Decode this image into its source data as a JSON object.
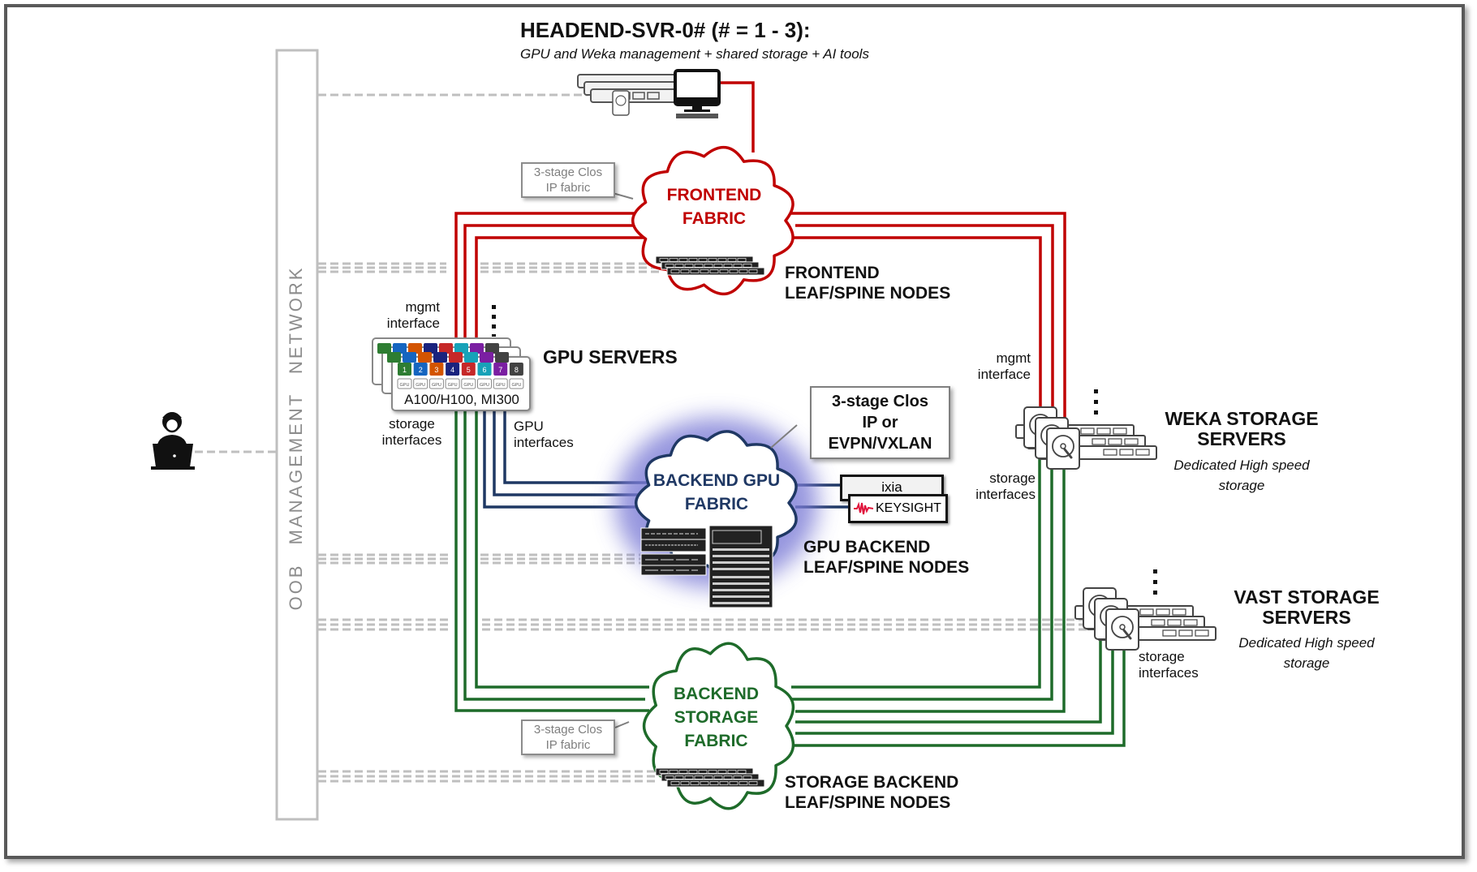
{
  "headend": {
    "title": "HEADEND-SVR-0# (# = 1 - 3):",
    "subtitle": "GPU and Weka management + shared storage + AI tools"
  },
  "oob": {
    "label": "OOB  MANAGEMENT  NETWORK"
  },
  "frontend": {
    "cloud_line1": "FRONTEND",
    "cloud_line2": "FABRIC",
    "nodes_line1": "FRONTEND",
    "nodes_line2": "LEAF/SPINE NODES",
    "clos_line1": "3-stage Clos",
    "clos_line2": "IP fabric",
    "color": "#c00000"
  },
  "gpu_servers": {
    "title": "GPU SERVERS",
    "model": "A100/H100, MI300",
    "mgmt_line1": "mgmt",
    "mgmt_line2": "interface",
    "storage_line1": "storage",
    "storage_line2": "interfaces",
    "gpu_if_line1": "GPU",
    "gpu_if_line2": "interfaces",
    "gpu_chip_label": "GPU",
    "slots": [
      {
        "n": "1",
        "color": "#2e7d32"
      },
      {
        "n": "2",
        "color": "#1565c0"
      },
      {
        "n": "3",
        "color": "#d35400"
      },
      {
        "n": "4",
        "color": "#1a237e"
      },
      {
        "n": "5",
        "color": "#c62828"
      },
      {
        "n": "6",
        "color": "#17a2b8"
      },
      {
        "n": "7",
        "color": "#7b1fa2"
      },
      {
        "n": "8",
        "color": "#424242"
      }
    ]
  },
  "backend_gpu": {
    "cloud_line1": "BACKEND GPU",
    "cloud_line2": "FABRIC",
    "nodes_line1": "GPU BACKEND",
    "nodes_line2": "LEAF/SPINE NODES",
    "clos_line1": "3-stage Clos",
    "clos_line2": "IP or",
    "clos_line3": "EVPN/VXLAN",
    "ixia": "ixia",
    "keysight": "KEYSIGHT",
    "color": "#1f3864",
    "glow": "#7b7bd6"
  },
  "weka": {
    "title_line1": "WEKA STORAGE",
    "title_line2": "SERVERS",
    "desc_line1": "Dedicated High speed",
    "desc_line2": "storage",
    "mgmt_line1": "mgmt",
    "mgmt_line2": "interface",
    "storage_line1": "storage",
    "storage_line2": "interfaces"
  },
  "vast": {
    "title_line1": "VAST STORAGE",
    "title_line2": "SERVERS",
    "desc_line1": "Dedicated High speed",
    "desc_line2": "storage",
    "storage_line1": "storage",
    "storage_line2": "interfaces"
  },
  "backend_storage": {
    "cloud_line1": "BACKEND",
    "cloud_line2": "STORAGE",
    "cloud_line3": "FABRIC",
    "nodes_line1": "STORAGE BACKEND",
    "nodes_line2": "LEAF/SPINE NODES",
    "clos_line1": "3-stage Clos",
    "clos_line2": "IP fabric",
    "color": "#1e6b2a"
  },
  "colors": {
    "frame": "#595959",
    "oob_dash": "#bfbfbf",
    "frontend": "#c00000",
    "gpu_backend": "#1f3864",
    "storage_backend": "#1e6b2a"
  }
}
